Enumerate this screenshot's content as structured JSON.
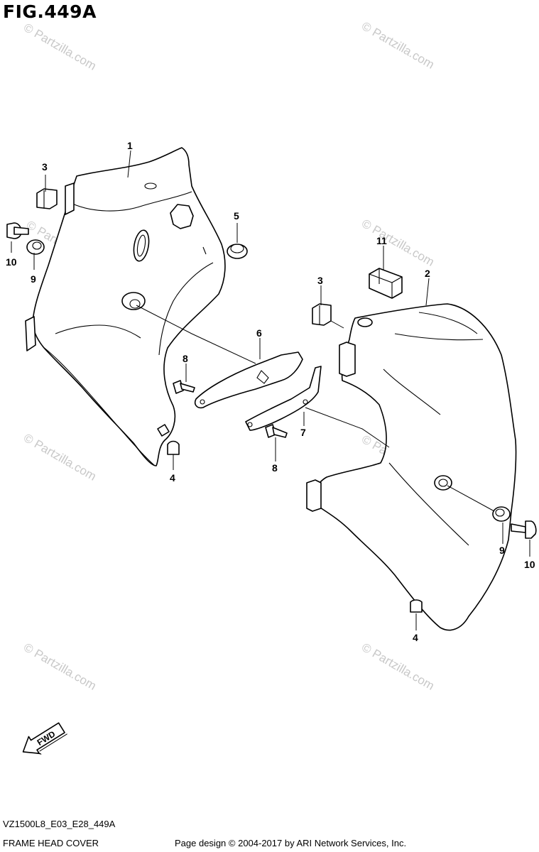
{
  "figure_title": "FIG.449A",
  "model_code": "VZ1500L8_E03_E28_449A",
  "section_name": "FRAME HEAD COVER",
  "credit": "Page design © 2004-2017 by ARI Network Services, Inc.",
  "watermark": "© Partzilla.com",
  "fwd_label": "FWD",
  "callouts": {
    "c1": "1",
    "c2": "2",
    "c3a": "3",
    "c3b": "3",
    "c4a": "4",
    "c4b": "4",
    "c5": "5",
    "c6": "6",
    "c7": "7",
    "c8a": "8",
    "c8b": "8",
    "c9a": "9",
    "c9b": "9",
    "c10a": "10",
    "c10b": "10",
    "c11": "11"
  }
}
